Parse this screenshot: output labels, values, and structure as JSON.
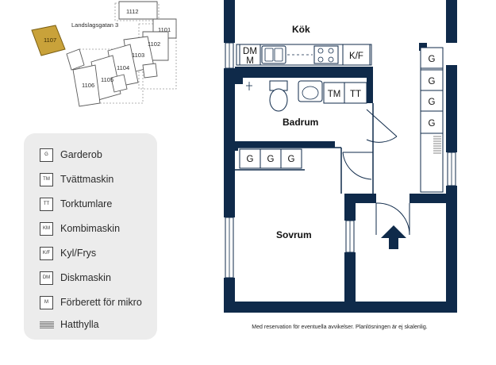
{
  "site_plan": {
    "street": "Landslagsgatan 3",
    "highlight_color": "#c9a23a",
    "units": [
      {
        "label": "1112"
      },
      {
        "label": "1101"
      },
      {
        "label": "1102"
      },
      {
        "label": "1103"
      },
      {
        "label": "1104"
      },
      {
        "label": "1105"
      },
      {
        "label": "1106"
      },
      {
        "label": "1107",
        "highlighted": true
      }
    ]
  },
  "legend": {
    "items": [
      {
        "code": "G",
        "label": "Garderob"
      },
      {
        "code": "TM",
        "label": "Tvättmaskin"
      },
      {
        "code": "TT",
        "label": "Torktumlare"
      },
      {
        "code": "KM",
        "label": "Kombimaskin"
      },
      {
        "code": "K/F",
        "label": "Kyl/Frys"
      },
      {
        "code": "DM",
        "label": "Diskmaskin"
      },
      {
        "code": "M",
        "label": "Förberett för mikro"
      }
    ],
    "hatch_label": "Hatthylla"
  },
  "floor_plan": {
    "wall_color": "#0f2a4a",
    "rooms": {
      "kitchen": "Kök",
      "bathroom": "Badrum",
      "bedroom": "Sovrum"
    },
    "appliances": {
      "dm": "DM",
      "m": "M",
      "kf": "K/F",
      "tm": "TM",
      "tt": "TT"
    },
    "wardrobe_code": "G",
    "disclaimer": "Med reservation för eventuella avvikelser. Planlösningen är ej skalenlig."
  }
}
